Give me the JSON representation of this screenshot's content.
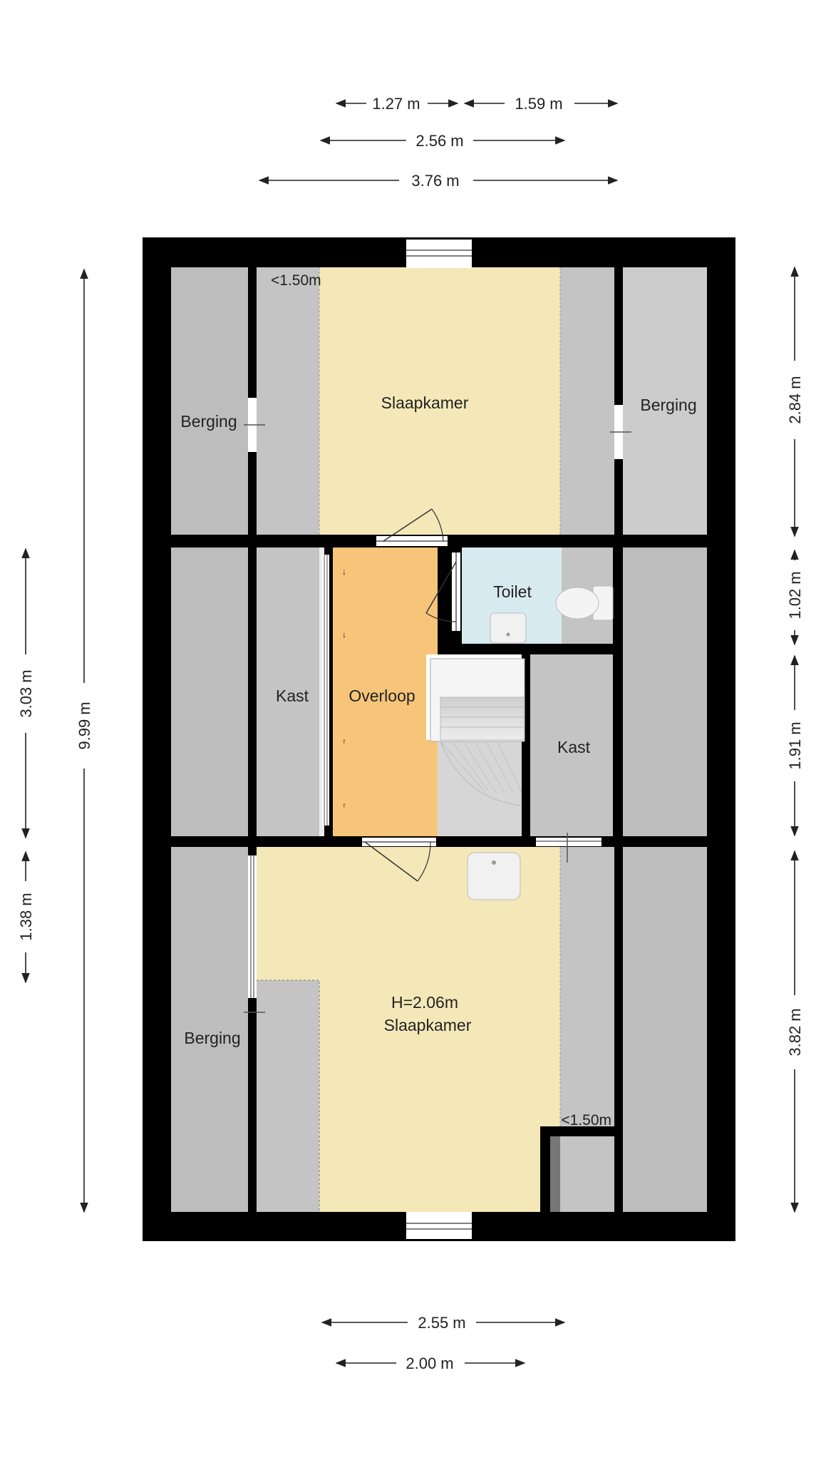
{
  "colors": {
    "wall": "#000000",
    "storage": "#bdbdbd",
    "storage_light": "#cccccc",
    "bedroom": "#f4e8b8",
    "landing": "#f7c57a",
    "toilet": "#d7eaf0",
    "stairs": "#d6d6d6",
    "dimension_line": "#222222"
  },
  "rooms": {
    "bedroom_top": "Slaapkamer",
    "bedroom_bottom": "Slaapkamer",
    "bedroom_bottom_height": "H=2.06m",
    "storage_top_left": "Berging",
    "storage_top_right": "Berging",
    "storage_bottom_left": "Berging",
    "closet_left": "Kast",
    "closet_right": "Kast",
    "landing": "Overloop",
    "toilet": "Toilet"
  },
  "notes": {
    "low_ceiling_top": "<1.50m",
    "low_ceiling_bottom": "<1.50m"
  },
  "dimensions": {
    "top_1": "1.27 m",
    "top_2": "1.59 m",
    "top_3": "2.56 m",
    "top_4": "3.76 m",
    "bottom_1": "2.55 m",
    "bottom_2": "2.00 m",
    "left_total": "9.99 m",
    "left_1": "3.03 m",
    "left_2": "1.38 m",
    "right_1": "2.84 m",
    "right_2": "1.02 m",
    "right_3": "1.91 m",
    "right_4": "3.82 m"
  },
  "icons": [
    "window-icon",
    "door-swing-icon",
    "toilet-icon",
    "sink-icon",
    "stairs-icon",
    "arrow-icon"
  ]
}
